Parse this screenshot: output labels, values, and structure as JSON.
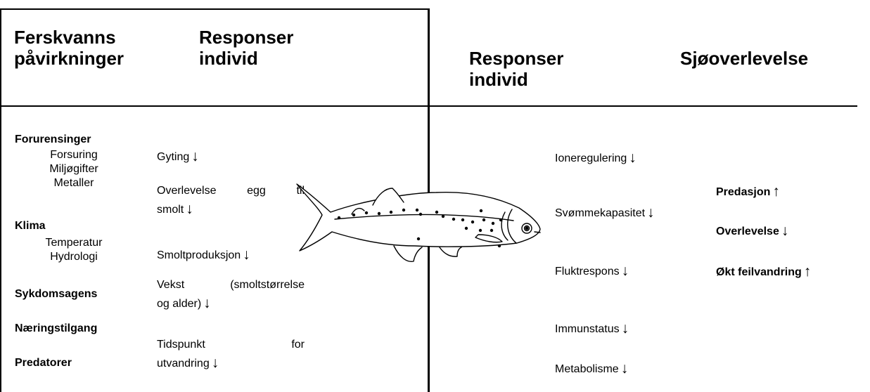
{
  "left_panel": {
    "header_col1": [
      "Ferskvanns",
      "påvirkninger"
    ],
    "header_col2": [
      "Responser",
      "individ"
    ],
    "factors": {
      "forurensinger": {
        "title": "Forurensinger",
        "items": [
          "Forsuring",
          "Miljøgifter",
          "Metaller"
        ]
      },
      "klima": {
        "title": "Klima",
        "items": [
          "Temperatur",
          "Hydrologi"
        ]
      },
      "sykdom": "Sykdomsagens",
      "naering": "Næringstilgang",
      "predatorer": "Predatorer"
    },
    "responses": {
      "gyting": "Gyting",
      "overlevelse_egg": [
        "Overlevelse",
        "egg",
        "til",
        "smolt"
      ],
      "smoltproduksjon": "Smoltproduksjon",
      "vekst": [
        "Vekst",
        "(smoltstørrelse",
        "og alder)"
      ],
      "tidspunkt": [
        "Tidspunkt",
        "for",
        "utvandring"
      ]
    }
  },
  "right_panel": {
    "header_col1": [
      "Responser",
      "individ"
    ],
    "header_col2": "Sjøoverlevelse",
    "responses": {
      "ioneregulering": "Ioneregulering",
      "svommekapasitet": "Svømmekapasitet",
      "fluktrespons": "Fluktrespons",
      "immunstatus": "Immunstatus",
      "metabolisme": "Metabolisme"
    },
    "outcomes": {
      "predasjon": "Predasjon",
      "overlevelse": "Overlevelse",
      "feilvandring": "Økt feilvandring"
    }
  },
  "arrows": {
    "down": "↓",
    "up": "↑"
  },
  "icons": {
    "fish": "salmon-smolt-drawing"
  }
}
